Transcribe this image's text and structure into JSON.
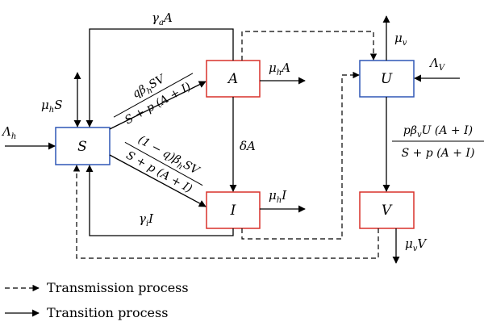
{
  "nodes": {
    "S": {
      "label": "S",
      "border_color": "#2f57b5"
    },
    "A": {
      "label": "A",
      "border_color": "#d9302a"
    },
    "I": {
      "label": "I",
      "border_color": "#d9302a"
    },
    "U": {
      "label": "U",
      "border_color": "#2f57b5"
    },
    "V": {
      "label": "V",
      "border_color": "#d9302a"
    }
  },
  "edge_labels": {
    "lambda_h": "Λ_h",
    "mu_h_S": "μ_hS",
    "gamma_a_A": "γ_aA",
    "gamma_i_I": "γ_iI",
    "delta_A": "δA",
    "mu_h_A": "μ_hA",
    "mu_h_I": "μ_hI",
    "mu_v": "μ_v",
    "lambda_v": "Λ_V",
    "mu_v_V": "μ_vV",
    "S_to_A_num": "qβ_hSV",
    "S_to_A_den": "S + p (A + I)",
    "S_to_I_num": "(1 − q)β_hSV",
    "S_to_I_den": "S + p (A + I)",
    "U_to_V_num": "pβ_vU (A + I)",
    "U_to_V_den": "S + p (A + I)"
  },
  "legend": {
    "dashed_label": "Transmission process",
    "solid_label": "Transition process"
  }
}
